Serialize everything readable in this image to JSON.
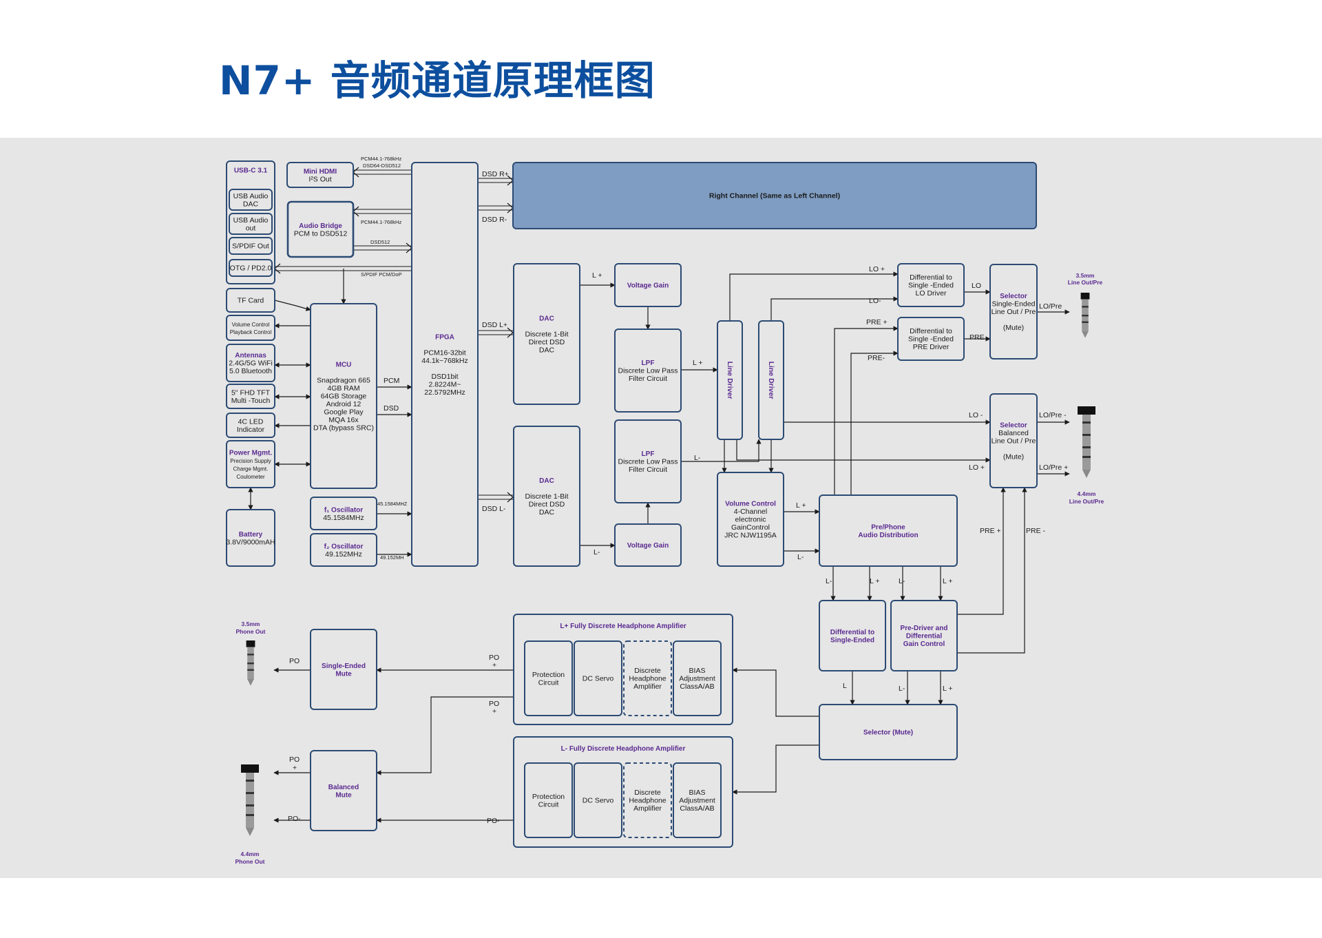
{
  "title": "N7+ 音频通道原理框图",
  "colors": {
    "title": "#0d4f9e",
    "box_stroke": "#2b4a73",
    "box_fill": "#e6e6e6",
    "accent_text": "#5a2a90",
    "right_channel_fill": "#7f9dc2",
    "line": "#1a1a1a"
  },
  "blocks": [
    {
      "id": "usbc-group",
      "lines": []
    },
    {
      "id": "usbc-title",
      "lines": [
        "USB-C 3.1"
      ],
      "accent": true,
      "noborder": true
    },
    {
      "id": "usb-audio-dac",
      "lines": [
        "USB Audio",
        "DAC"
      ]
    },
    {
      "id": "usb-audio-out",
      "lines": [
        "USB Audio",
        "out"
      ]
    },
    {
      "id": "spdif-out",
      "lines": [
        "S/PDIF Out"
      ]
    },
    {
      "id": "otg-pd",
      "lines": [
        "OTG / PD2.0"
      ]
    },
    {
      "id": "tf-card",
      "lines": [
        "TF Card"
      ]
    },
    {
      "id": "volume-control-playback",
      "lines": [
        "Volume Control",
        "Playback Control"
      ],
      "small": true
    },
    {
      "id": "antennas",
      "lines": [
        "Antennas",
        "2.4G/5G WiFi",
        "5.0 Bluetooth"
      ],
      "accent_first": true
    },
    {
      "id": "fhd-tft",
      "lines": [
        "5\" FHD TFT",
        "Multi -Touch"
      ]
    },
    {
      "id": "led-indicator",
      "lines": [
        "4C LED",
        "Indicator"
      ]
    },
    {
      "id": "power-mgmt",
      "lines": [
        "Power Mgmt.",
        "Precision Supply",
        "Charge Mgmt.",
        "Coulometer"
      ],
      "accent_first": true,
      "small_rest": true
    },
    {
      "id": "battery",
      "lines": [
        "Battery",
        "3.8V/9000mAH"
      ],
      "accent_first": true
    },
    {
      "id": "mini-hdmi",
      "lines": [
        "Mini HDMI",
        "I²S Out"
      ],
      "accent_first": true
    },
    {
      "id": "audio-bridge",
      "lines": [
        "Audio Bridge",
        "PCM to DSD512"
      ],
      "accent_first": true,
      "thick": true
    },
    {
      "id": "mcu",
      "lines": [
        "MCU",
        "",
        "Snapdragon 665",
        "4GB RAM",
        "64GB Storage",
        "Android 12",
        "Google Play",
        "MQA 16x",
        "DTA (bypass SRC)"
      ],
      "accent_first": true
    },
    {
      "id": "osc1",
      "lines": [
        "f₁ Oscillator",
        "45.1584MHz"
      ],
      "accent_first": true
    },
    {
      "id": "osc2",
      "lines": [
        "f₂ Oscillator",
        "49.152MHz"
      ],
      "accent_first": true
    },
    {
      "id": "fpga",
      "lines": [
        "FPGA",
        "",
        "PCM16-32bit",
        "44.1k~768kHz",
        "",
        "DSD1bit",
        "2.8224M~",
        "22.5792MHz"
      ],
      "accent_first": true
    },
    {
      "id": "right-channel",
      "lines": [
        "Right Channel (Same as Left Channel)"
      ],
      "bold": true
    },
    {
      "id": "dac-top",
      "lines": [
        "DAC",
        "",
        "Discrete 1-Bit",
        "Direct DSD",
        "DAC"
      ],
      "accent_first": true
    },
    {
      "id": "dac-bottom",
      "lines": [
        "DAC",
        "",
        "Discrete 1-Bit",
        "Direct DSD",
        "DAC"
      ],
      "accent_first": true
    },
    {
      "id": "voltage-gain-top",
      "lines": [
        "Voltage Gain"
      ],
      "accent": true
    },
    {
      "id": "lpf-top",
      "lines": [
        "LPF",
        "Discrete Low Pass",
        "Filter Circuit"
      ],
      "accent_first": true
    },
    {
      "id": "lpf-bottom",
      "lines": [
        "LPF",
        "Discrete Low Pass",
        "Filter Circuit"
      ],
      "accent_first": true
    },
    {
      "id": "voltage-gain-bottom",
      "lines": [
        "Voltage Gain"
      ],
      "accent": true
    },
    {
      "id": "line-driver-1",
      "lines": [
        "Line Driver"
      ],
      "accent": true,
      "vertical": true
    },
    {
      "id": "line-driver-2",
      "lines": [
        "Line Driver"
      ],
      "accent": true,
      "vertical": true
    },
    {
      "id": "volume-control",
      "lines": [
        "Volume Control",
        "4-Channel",
        "electronic",
        "GainControl",
        "JRC NJW1195A"
      ],
      "accent_first": true
    },
    {
      "id": "diff-lo-driver",
      "lines": [
        "Differential to",
        "Single -Ended",
        "LO Driver"
      ]
    },
    {
      "id": "diff-pre-driver",
      "lines": [
        "Differential to",
        "Single -Ended",
        "PRE Driver"
      ]
    },
    {
      "id": "selector-single",
      "lines": [
        "Selector",
        "Single-Ended",
        "Line Out / Pre",
        "",
        "(Mute)"
      ],
      "accent_first": true
    },
    {
      "id": "selector-balanced",
      "lines": [
        "Selector",
        "Balanced",
        "Line Out / Pre",
        "",
        "(Mute)"
      ],
      "accent_first": true
    },
    {
      "id": "pre-phone",
      "lines": [
        "Pre/Phone",
        "Audio Distribution"
      ],
      "accent": true
    },
    {
      "id": "diff-single-ended",
      "lines": [
        "Differential to",
        "Single-Ended"
      ],
      "accent": true
    },
    {
      "id": "pre-driver-gain",
      "lines": [
        "Pre-Driver and",
        "Differential",
        "Gain Control"
      ],
      "accent": true
    },
    {
      "id": "selector-mute",
      "lines": [
        "Selector (Mute)"
      ],
      "accent": true
    },
    {
      "id": "amp-top",
      "lines": [
        "L+ Fully Discrete Headphone Amplifier"
      ],
      "accent": true,
      "top_title": true
    },
    {
      "id": "amp-top-protection",
      "lines": [
        "Protection",
        "Circuit"
      ]
    },
    {
      "id": "amp-top-dcservo",
      "lines": [
        "DC Servo"
      ]
    },
    {
      "id": "amp-top-discrete",
      "lines": [
        "Discrete",
        "Headphone",
        "Amplifier"
      ],
      "dashed": true
    },
    {
      "id": "amp-top-bias",
      "lines": [
        "BIAS",
        "Adjustment",
        "ClassA/AB"
      ]
    },
    {
      "id": "amp-bottom",
      "lines": [
        "L- Fully Discrete Headphone Amplifier"
      ],
      "accent": true,
      "top_title": true
    },
    {
      "id": "amp-bottom-protection",
      "lines": [
        "Protection",
        "Circuit"
      ]
    },
    {
      "id": "amp-bottom-dcservo",
      "lines": [
        "DC Servo"
      ]
    },
    {
      "id": "amp-bottom-discrete",
      "lines": [
        "Discrete",
        "Headphone",
        "Amplifier"
      ],
      "dashed": true
    },
    {
      "id": "amp-bottom-bias",
      "lines": [
        "BIAS",
        "Adjustment",
        "ClassA/AB"
      ]
    },
    {
      "id": "single-ended-mute",
      "lines": [
        "Single-Ended",
        "Mute"
      ],
      "accent": true
    },
    {
      "id": "balanced-mute",
      "lines": [
        "Balanced",
        "Mute"
      ],
      "accent": true
    }
  ],
  "labels": [
    {
      "id": "lbl-pcm-top",
      "text": "PCM44.1-768kHz",
      "small": true
    },
    {
      "id": "lbl-dsd-top",
      "text": "DSD64-DSD512",
      "small": true
    },
    {
      "id": "lbl-pcm-bridge",
      "text": "PCM44.1-768kHz",
      "small": true
    },
    {
      "id": "lbl-dsd512",
      "text": "DSD512",
      "small": true
    },
    {
      "id": "lbl-spdif-pcm",
      "text": "S/PDIF PCM/DoP",
      "small": true
    },
    {
      "id": "lbl-pcm",
      "text": "PCM"
    },
    {
      "id": "lbl-dsd",
      "text": "DSD"
    },
    {
      "id": "lbl-451584",
      "text": "45.1584MHZ",
      "small": true
    },
    {
      "id": "lbl-49152",
      "text": "49.152MH",
      "small": true
    },
    {
      "id": "lbl-dsdr-plus",
      "text": "DSD R+"
    },
    {
      "id": "lbl-dsdr-minus",
      "text": "DSD R-"
    },
    {
      "id": "lbl-dsdl-plus",
      "text": "DSD L+"
    },
    {
      "id": "lbl-dsdl-minus",
      "text": "DSD L-"
    },
    {
      "id": "lbl-lplus-1",
      "text": "L +"
    },
    {
      "id": "lbl-lplus-2",
      "text": "L +"
    },
    {
      "id": "lbl-lminus-1",
      "text": "L-"
    },
    {
      "id": "lbl-lminus-2",
      "text": "L-"
    },
    {
      "id": "lbl-lo-plus",
      "text": "LO +"
    },
    {
      "id": "lbl-lo-minus",
      "text": "LO-"
    },
    {
      "id": "lbl-pre-plus",
      "text": "PRE +"
    },
    {
      "id": "lbl-pre-minus",
      "text": "PRE-"
    },
    {
      "id": "lbl-lo",
      "text": "LO"
    },
    {
      "id": "lbl-pre",
      "text": "PRE"
    },
    {
      "id": "lbl-lo-pre",
      "text": "LO/Pre"
    },
    {
      "id": "lbl-lo-minus-2",
      "text": "LO -"
    },
    {
      "id": "lbl-lo-plus-2",
      "text": "LO +"
    },
    {
      "id": "lbl-lopre-minus",
      "text": "LO/Pre -"
    },
    {
      "id": "lbl-lopre-plus",
      "text": "LO/Pre +"
    },
    {
      "id": "lbl-lplus-vc",
      "text": "L +"
    },
    {
      "id": "lbl-lminus-vc",
      "text": "L-"
    },
    {
      "id": "lbl-pre-plus-2",
      "text": "PRE +"
    },
    {
      "id": "lbl-pre-minus-2",
      "text": "PRE -"
    },
    {
      "id": "lbl-dist-lminus-1",
      "text": "L-"
    },
    {
      "id": "lbl-dist-lplus-1",
      "text": "L +"
    },
    {
      "id": "lbl-dist-lminus-2",
      "text": "L-"
    },
    {
      "id": "lbl-dist-lplus-2",
      "text": "L +"
    },
    {
      "id": "lbl-sel-l",
      "text": "L"
    },
    {
      "id": "lbl-sel-lminus",
      "text": "L-"
    },
    {
      "id": "lbl-sel-lplus",
      "text": "L +"
    },
    {
      "id": "lbl-po-1",
      "text": "PO"
    },
    {
      "id": "lbl-po-plus-1",
      "text": "PO"
    },
    {
      "id": "lbl-plus-1",
      "text": "+"
    },
    {
      "id": "lbl-po-plus-2",
      "text": "PO"
    },
    {
      "id": "lbl-plus-2",
      "text": "+"
    },
    {
      "id": "lbl-po-plus-3",
      "text": "PO"
    },
    {
      "id": "lbl-plus-3",
      "text": "+"
    },
    {
      "id": "lbl-po-minus-1",
      "text": "PO-"
    },
    {
      "id": "lbl-po-minus-2",
      "text": "PO-"
    },
    {
      "id": "lbl-35-line-1",
      "text": "3.5mm",
      "accent": true
    },
    {
      "id": "lbl-35-line-2",
      "text": "Line Out/Pre",
      "accent": true
    },
    {
      "id": "lbl-44-line-1",
      "text": "4.4mm",
      "accent": true
    },
    {
      "id": "lbl-44-line-2",
      "text": "Line Out/Pre",
      "accent": true
    },
    {
      "id": "lbl-35-phone-1",
      "text": "3.5mm",
      "accent": true
    },
    {
      "id": "lbl-35-phone-2",
      "text": "Phone Out",
      "accent": true
    },
    {
      "id": "lbl-44-phone-1",
      "text": "4.4mm",
      "accent": true
    },
    {
      "id": "lbl-44-phone-2",
      "text": "Phone Out",
      "accent": true
    }
  ],
  "connectors": [
    {
      "id": "jack-35-line",
      "kind": "3.5mm"
    },
    {
      "id": "jack-44-line",
      "kind": "4.4mm"
    },
    {
      "id": "jack-35-phone",
      "kind": "3.5mm"
    },
    {
      "id": "jack-44-phone",
      "kind": "4.4mm"
    }
  ]
}
